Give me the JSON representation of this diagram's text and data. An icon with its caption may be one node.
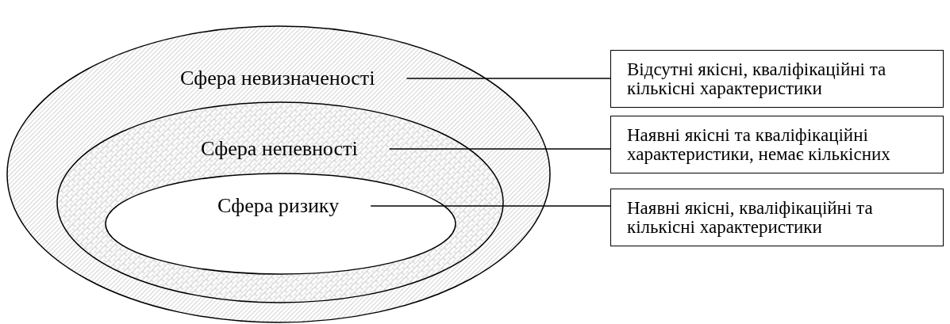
{
  "diagram": {
    "nodes": [
      {
        "text": [],
        "shape": "ellipse"
      },
      {
        "text": [
          "Сфера невизначеності"
        ],
        "in": 0
      },
      {
        "text": [],
        "shape": "ellipse",
        "in": 0
      },
      {
        "text": [
          "Сфера непевності"
        ],
        "in": 2
      },
      {
        "text": [],
        "shape": "ellipse",
        "in": 2
      },
      {
        "text": [
          "Сфера ризику"
        ],
        "in": 4
      },
      {
        "text": [
          "Відсутні якісні, кваліфікаційні та кількісні характеристики"
        ]
      },
      {
        "text": [
          "Наявні якісні та кваліфікаційні характеристики, немає кількісних"
        ]
      },
      {
        "text": [
          "Наявні якісні, кваліфікаційні та кількісні характеристики"
        ]
      }
    ],
    "edges": [
      {
        "from": 1,
        "to": 6,
        "arrow": "none"
      },
      {
        "from": 3,
        "to": 7,
        "arrow": "none"
      },
      {
        "from": 5,
        "to": 8,
        "arrow": "none"
      }
    ]
  }
}
